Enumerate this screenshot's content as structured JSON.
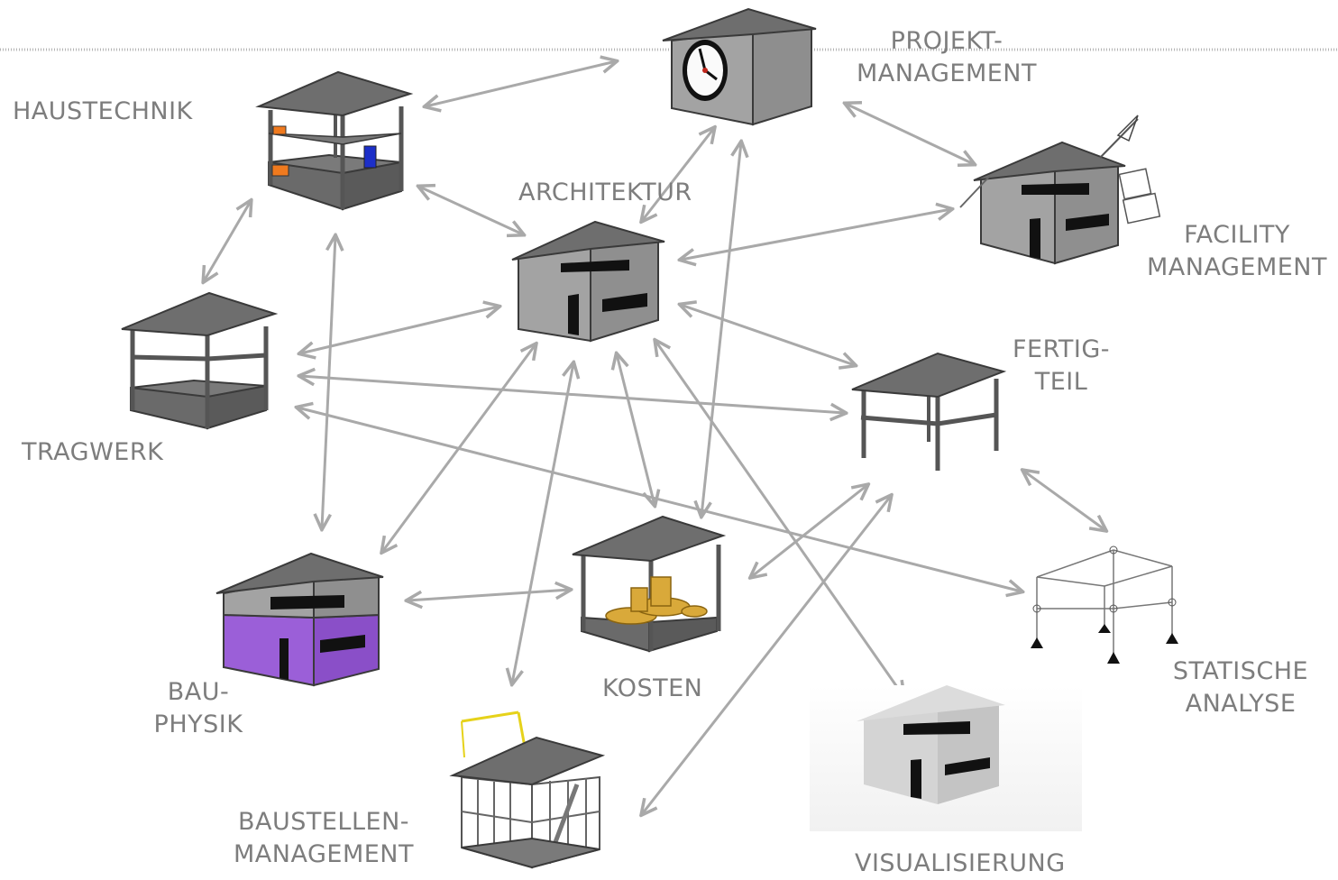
{
  "colors": {
    "label": "#7d7d7d",
    "arrow": "#a9a9a9",
    "roof": "#6e6e6e",
    "wall": "#9b9b9b",
    "wall_side": "#8a8a8a",
    "outline": "#3a3a3a",
    "window": "#111111",
    "bauphysik_accent": "#9b5fd8",
    "haustechnik_orange": "#f07a1e",
    "haustechnik_blue": "#1c2fc8",
    "coins": "#d9a93a",
    "crane": "#e6d21a",
    "render_wall": "#d4d4d4"
  },
  "nodes": {
    "projekt": {
      "label": [
        "PROJEKT-",
        "MANAGEMENT"
      ]
    },
    "haustechnik": {
      "label": [
        "HAUSTECHNIK"
      ]
    },
    "architektur": {
      "label": [
        "ARCHITEKTUR"
      ]
    },
    "facility": {
      "label": [
        "FACILITY",
        "MANAGEMENT"
      ]
    },
    "tragwerk": {
      "label": [
        "TRAGWERK"
      ]
    },
    "fertigteil": {
      "label": [
        "FERTIG-",
        "TEIL"
      ]
    },
    "bauphysik": {
      "label": [
        "BAU-",
        "PHYSIK"
      ]
    },
    "kosten": {
      "label": [
        "KOSTEN"
      ]
    },
    "statische": {
      "label": [
        "STATISCHE",
        "ANALYSE"
      ]
    },
    "baustellen": {
      "label": [
        "BAUSTELLEN-",
        "MANAGEMENT"
      ]
    },
    "visualisierung": {
      "label": [
        "VISUALISIERUNG"
      ]
    }
  },
  "connections": [
    [
      "haustechnik",
      "projekt"
    ],
    [
      "projekt",
      "architektur"
    ],
    [
      "projekt",
      "facility"
    ],
    [
      "haustechnik",
      "architektur"
    ],
    [
      "haustechnik",
      "tragwerk"
    ],
    [
      "haustechnik",
      "bauphysik"
    ],
    [
      "architektur",
      "facility"
    ],
    [
      "architektur",
      "tragwerk"
    ],
    [
      "architektur",
      "fertigteil"
    ],
    [
      "architektur",
      "bauphysik"
    ],
    [
      "architektur",
      "baustellen"
    ],
    [
      "architektur",
      "kosten"
    ],
    [
      "architektur",
      "visualisierung"
    ],
    [
      "projekt",
      "kosten"
    ],
    [
      "tragwerk",
      "fertigteil"
    ],
    [
      "tragwerk",
      "statische"
    ],
    [
      "fertigteil",
      "kosten"
    ],
    [
      "fertigteil",
      "baustellen"
    ],
    [
      "fertigteil",
      "statische"
    ],
    [
      "bauphysik",
      "kosten"
    ]
  ]
}
